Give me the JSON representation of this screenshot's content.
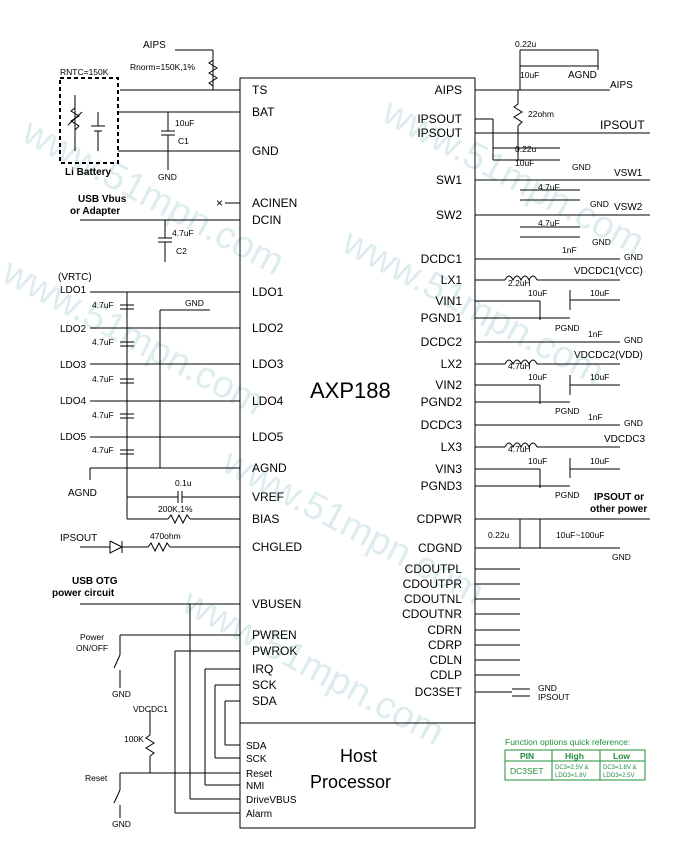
{
  "chip": {
    "name": "AXP188"
  },
  "host": {
    "line1": "Host",
    "line2": "Processor"
  },
  "host_pins": [
    "SDA",
    "SCK",
    "Reset",
    "NMI",
    "DriveVBUS",
    "Alarm"
  ],
  "left_pins": [
    "TS",
    "BAT",
    "GND",
    "ACINEN",
    "DCIN",
    "LDO1",
    "LDO2",
    "LDO3",
    "LDO4",
    "LDO5",
    "AGND",
    "VREF",
    "BIAS",
    "CHGLED",
    "VBUSEN",
    "PWREN",
    "PWROK",
    "IRQ",
    "SCK",
    "SDA"
  ],
  "right_pins": [
    "AIPS",
    "IPSOUT",
    "IPSOUT",
    "SW1",
    "SW2",
    "DCDC1",
    "LX1",
    "VIN1",
    "PGND1",
    "DCDC2",
    "LX2",
    "VIN2",
    "PGND2",
    "DCDC3",
    "LX3",
    "VIN3",
    "PGND3",
    "CDPWR",
    "CDGND",
    "CDOUTPL",
    "CDOUTPR",
    "CDOUTNL",
    "CDOUTNR",
    "CDRN",
    "CDRP",
    "CDLN",
    "CDLP",
    "DC3SET"
  ],
  "left_labels": {
    "aips": "AIPS",
    "rnorm": "Rnorm=150K,1%",
    "rntc": "RNTC=150K",
    "li_battery": "Li Battery",
    "c1_value": "10uF",
    "c1_name": "C1",
    "gnd": "GND",
    "usb_vbus": "USB Vbus",
    "or_adapter": "or Adapter",
    "x_mark": "×",
    "c2_value": "4.7uF",
    "c2_name": "C2",
    "vrtc": "(VRTC)",
    "ldo_names": [
      "LDO1",
      "LDO2",
      "LDO3",
      "LDO4",
      "LDO5"
    ],
    "ldo_cap": "4.7uF",
    "agnd": "AGND",
    "vref_cap": "0.1u",
    "bias_res": "200K,1%",
    "ipsout": "IPSOUT",
    "led_res": "470ohm",
    "usb_otg": "USB OTG",
    "power_circuit": "power circuit",
    "power": "Power",
    "onoff": "ON/OFF",
    "vdcdc1": "VDCDC1",
    "pullup": "100K",
    "reset": "Reset"
  },
  "right_labels": {
    "cap_022u": "0.22u",
    "cap_10uf": "10uF",
    "agnd": "AGND",
    "aips": "AIPS",
    "res_22": "22ohm",
    "ipsout": "IPSOUT",
    "gnd": "GND",
    "cap_47": "4.7uF",
    "vsw1": "VSW1",
    "vsw2": "VSW2",
    "cap_1nf": "1nF",
    "ind_22": "2.2uH",
    "ind_47": "4.7uH",
    "vdcdc1": "VDCDC1(VCC)",
    "vdcdc2": "VDCDC2(VDD)",
    "vdcdc3": "VDCDC3",
    "pgnd": "PGND",
    "ipsout_or": "IPSOUT or",
    "other_power": "other power",
    "cd_cap1": "0.22u",
    "cd_cap2": "10uF~100uF"
  },
  "dc3set_options": [
    "GND",
    "IPSOUT"
  ],
  "reference": {
    "title": "Function options quick reference:",
    "headers": [
      "PIN",
      "High",
      "Low"
    ],
    "pin": "DC3SET",
    "high": [
      "DC3=2.5V &",
      "LDO3=1.8V"
    ],
    "low": [
      "DC3=1.8V &",
      "LDO3=2.5V"
    ]
  },
  "watermarks": [
    "www.51mpn.com",
    "www.51mpn.com",
    "www.51mpn.com",
    "www.51mpn.com",
    "www.51mpn.com",
    "www.51mpn.com"
  ],
  "colors": {
    "line": "#000000",
    "reference": "#1f8f3a",
    "watermark": "#9fc9cf"
  }
}
